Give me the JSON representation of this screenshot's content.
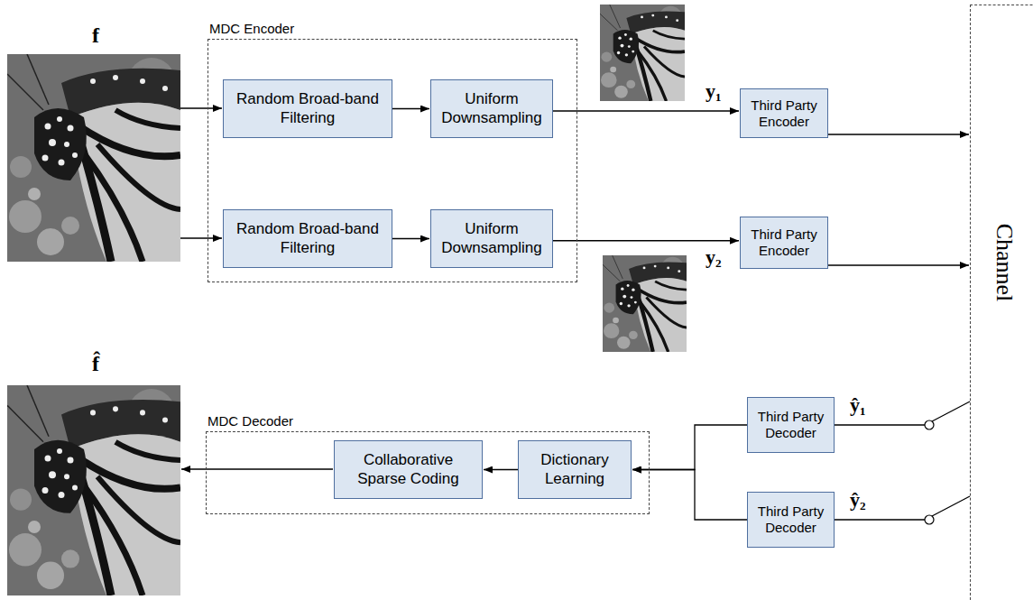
{
  "diagram": {
    "nodes": [
      {
        "text": [
          "MDC Encoder"
        ]
      },
      {
        "text": [
          "Random Broad-band Filtering"
        ],
        "in": 0
      },
      {
        "text": [
          "Uniform Downsampling"
        ],
        "in": 0
      },
      {
        "text": [
          "Random Broad-band Filtering"
        ],
        "in": 0
      },
      {
        "text": [
          "Uniform Downsampling"
        ],
        "in": 0
      },
      {
        "text": [
          "Third Party Encoder"
        ]
      },
      {
        "text": [
          "Third Party Encoder"
        ]
      },
      {
        "text": [
          "Channel"
        ]
      },
      {
        "text": [
          "MDC Decoder"
        ]
      },
      {
        "text": [
          "Collaborative Sparse Coding"
        ],
        "in": 8
      },
      {
        "text": [
          "Dictionary Learning"
        ],
        "in": 8
      },
      {
        "text": [
          "Third Party Decoder"
        ]
      },
      {
        "text": [
          "Third Party Decoder"
        ]
      }
    ],
    "edges": [
      {
        "from": 1,
        "to": 2,
        "arrow": "to"
      },
      {
        "from": 3,
        "to": 4,
        "arrow": "to"
      },
      {
        "from": 2,
        "to": 5,
        "arrow": "to",
        "label": "y₁"
      },
      {
        "from": 4,
        "to": 6,
        "arrow": "to",
        "label": "y₂"
      },
      {
        "from": 5,
        "to": 7,
        "arrow": "to"
      },
      {
        "from": 6,
        "to": 7,
        "arrow": "to"
      },
      {
        "from": 7,
        "to": 11,
        "arrow": "none",
        "label": "ŷ₁"
      },
      {
        "from": 7,
        "to": 12,
        "arrow": "none",
        "label": "ŷ₂"
      },
      {
        "from": 11,
        "to": 10,
        "arrow": "to"
      },
      {
        "from": 12,
        "to": 10,
        "arrow": "to"
      },
      {
        "from": 10,
        "to": 9,
        "arrow": "to"
      }
    ],
    "labels": [
      "f",
      "f̂"
    ]
  }
}
